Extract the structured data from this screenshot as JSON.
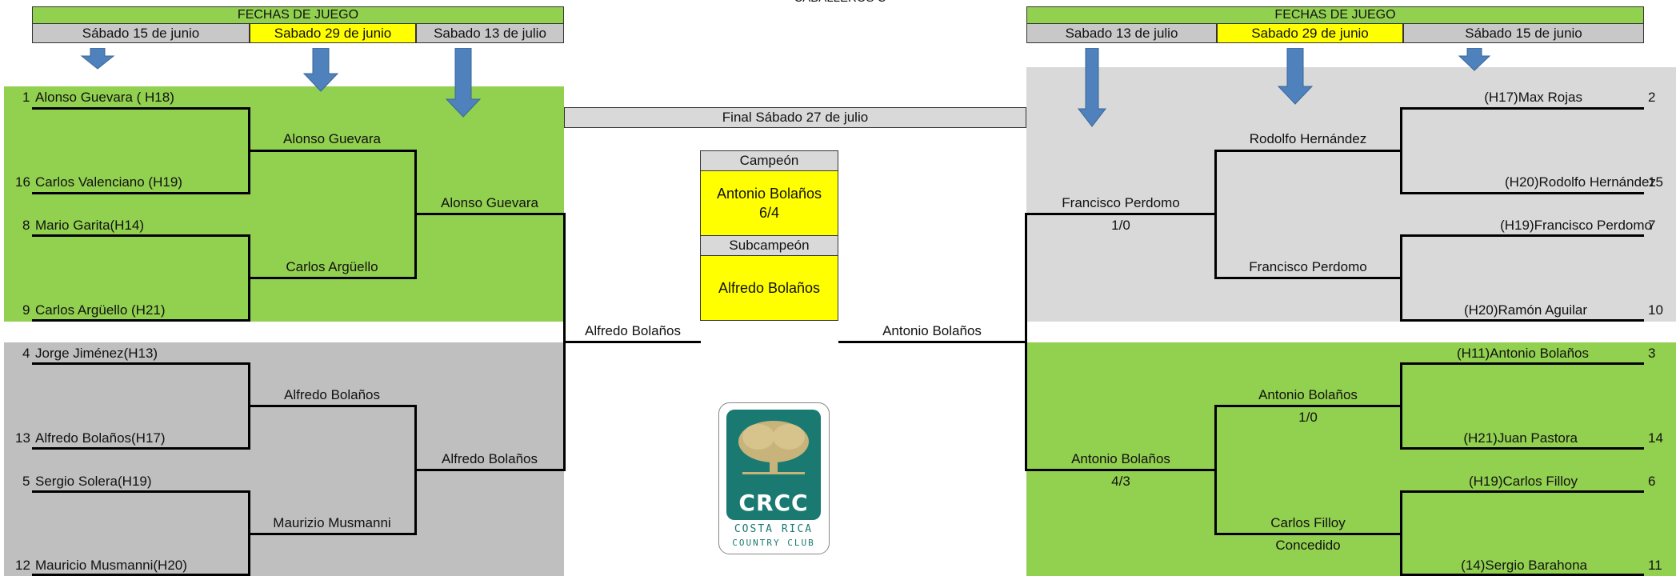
{
  "top_title": "CABALLEROS C",
  "left_header": {
    "title": "FECHAS DE JUEGO",
    "dates": [
      "Sábado 15 de junio",
      "Sabado 29 de junio",
      "Sabado 13 de julio"
    ]
  },
  "right_header": {
    "title": "FECHAS DE JUEGO",
    "dates": [
      "Sabado 13 de julio",
      "Sabado 29 de junio",
      "Sábado 15 de junio"
    ]
  },
  "final": {
    "label": "Final Sábado 27 de julio",
    "champion_label": "Campeón",
    "champion_name": "Antonio Bolaños",
    "champion_score": "6/4",
    "runnerup_label": "Subcampeón",
    "runnerup_name": "Alfredo Bolaños",
    "left_finalist": "Alfredo Bolaños",
    "right_finalist": "Antonio Bolaños"
  },
  "left": {
    "r1": [
      {
        "seed": "1",
        "name": "Alonso Guevara  ( H18)"
      },
      {
        "seed": "16",
        "name": "Carlos Valenciano (H19)"
      },
      {
        "seed": "8",
        "name": "Mario Garita(H14)"
      },
      {
        "seed": "9",
        "name": "Carlos Argüello (H21)"
      },
      {
        "seed": "4",
        "name": "Jorge Jiménez(H13)"
      },
      {
        "seed": "13",
        "name": "Alfredo Bolaños(H17)"
      },
      {
        "seed": "5",
        "name": "Sergio Solera(H19)"
      },
      {
        "seed": "12",
        "name": "Mauricio Musmanni(H20)"
      }
    ],
    "r2": [
      "Alonso Guevara",
      "Carlos Argüello",
      "Alfredo Bolaños",
      "Maurizio Musmanni"
    ],
    "r3": [
      "Alonso Guevara",
      "Alfredo Bolaños"
    ]
  },
  "right": {
    "r1": [
      {
        "seed": "2",
        "name": "(H17)Max Rojas"
      },
      {
        "seed": "15",
        "name": "(H20)Rodolfo Hernández"
      },
      {
        "seed": "7",
        "name": "(H19)Francisco Perdomo"
      },
      {
        "seed": "10",
        "name": "(H20)Ramón Aguilar"
      },
      {
        "seed": "3",
        "name": "(H11)Antonio Bolaños"
      },
      {
        "seed": "14",
        "name": "(H21)Juan Pastora"
      },
      {
        "seed": "6",
        "name": "(H19)Carlos Filloy"
      },
      {
        "seed": "11",
        "name": "(14)Sergio Barahona"
      }
    ],
    "r2": [
      {
        "name": "Rodolfo Hernández",
        "score": ""
      },
      {
        "name": "Francisco Perdomo",
        "score": ""
      },
      {
        "name": "Antonio Bolaños",
        "score": "1/0"
      },
      {
        "name": "Carlos Filloy",
        "score": "Concedido"
      }
    ],
    "r3": [
      {
        "name": "Francisco Perdomo",
        "score": "1/0"
      },
      {
        "name": "Antonio Bolaños",
        "score": "4/3"
      }
    ]
  },
  "logo": {
    "acronym": "CRCC",
    "line1": "COSTA RICA",
    "line2": "COUNTRY CLUB"
  },
  "colors": {
    "green": "#92d050",
    "gray": "#bfbfbf",
    "light_gray": "#d9d9d9",
    "yellow": "#ffff00",
    "arrow_blue": "#4f81bd",
    "logo_teal": "#1a7a72"
  }
}
